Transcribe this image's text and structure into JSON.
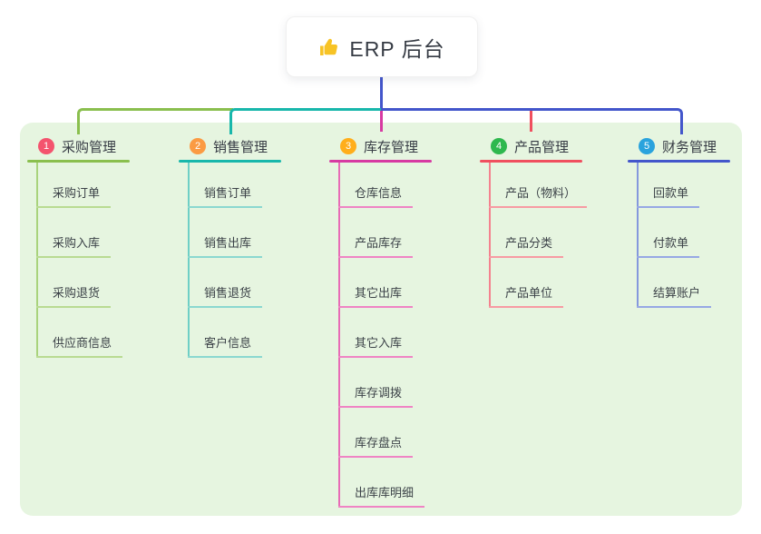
{
  "root": {
    "icon": "thumbs-up",
    "title": "ERP 后台"
  },
  "branches": [
    {
      "num": "1",
      "label": "采购管理",
      "badge_color": "#f4536e",
      "line_color": "#8abf4e",
      "child_line_color": "#b9db92",
      "children": [
        "采购订单",
        "采购入库",
        "采购退货",
        "供应商信息"
      ]
    },
    {
      "num": "2",
      "label": "销售管理",
      "badge_color": "#fb9b43",
      "line_color": "#18b7ab",
      "child_line_color": "#8bd8d0",
      "children": [
        "销售订单",
        "销售出库",
        "销售退货",
        "客户信息"
      ]
    },
    {
      "num": "3",
      "label": "库存管理",
      "badge_color": "#ffae1b",
      "line_color": "#d73aa2",
      "child_line_color": "#ef84c4",
      "children": [
        "仓库信息",
        "产品库存",
        "其它出库",
        "其它入库",
        "库存调拨",
        "库存盘点",
        "出库库明细"
      ]
    },
    {
      "num": "4",
      "label": "产品管理",
      "badge_color": "#2eb84e",
      "line_color": "#f04f5f",
      "child_line_color": "#f79ba3",
      "children": [
        "产品（物料）",
        "产品分类",
        "产品单位"
      ]
    },
    {
      "num": "5",
      "label": "财务管理",
      "badge_color": "#2aa3dd",
      "line_color": "#4356cb",
      "child_line_color": "#97a8e4",
      "children": [
        "回款单",
        "付款单",
        "结算账户"
      ]
    }
  ],
  "colors": {
    "panel_background": "#e6f5e0",
    "root_connector": "#4356cb",
    "bus_segments": [
      "#8abf4e",
      "#18b7ab",
      "#4356cb"
    ],
    "drops": [
      "#8abf4e",
      "#18b7ab",
      "#d73aa2",
      "#f04f5f",
      "#4356cb"
    ],
    "text": "#363b44"
  }
}
